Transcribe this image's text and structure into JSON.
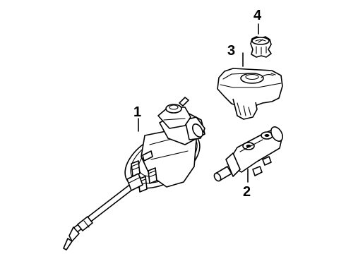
{
  "callouts": {
    "part1": "1",
    "part2": "2",
    "part3": "3",
    "part4": "4"
  },
  "parts": [
    {
      "id": "1",
      "component": "brake-booster-assembly"
    },
    {
      "id": "2",
      "component": "master-cylinder"
    },
    {
      "id": "3",
      "component": "fluid-reservoir"
    },
    {
      "id": "4",
      "component": "reservoir-cap"
    }
  ]
}
